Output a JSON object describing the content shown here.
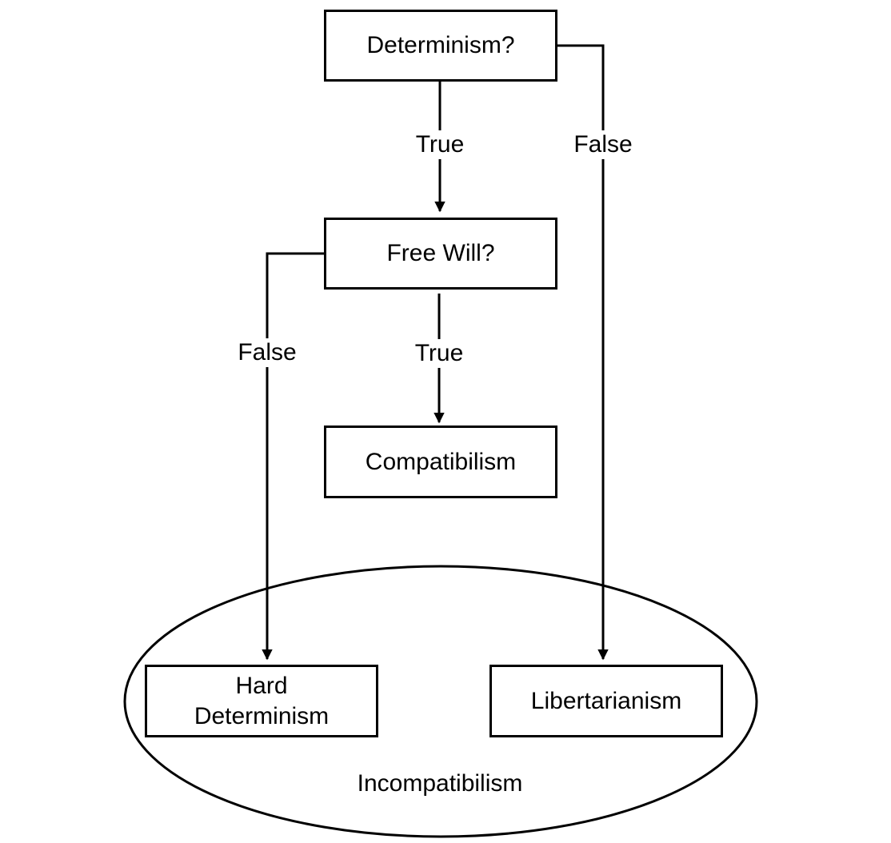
{
  "nodes": {
    "determinism": {
      "label": "Determinism?"
    },
    "free_will": {
      "label": "Free Will?"
    },
    "compatibilism": {
      "label": "Compatibilism"
    },
    "hard_determinism": {
      "line1": "Hard",
      "line2": "Determinism"
    },
    "libertarianism": {
      "label": "Libertarianism"
    }
  },
  "group": {
    "label": "Incompatibilism"
  },
  "edges": {
    "determinism_true": "True",
    "determinism_false": "False",
    "free_will_true": "True",
    "free_will_false": "False"
  },
  "colors": {
    "stroke": "#000000",
    "background": "#ffffff"
  }
}
